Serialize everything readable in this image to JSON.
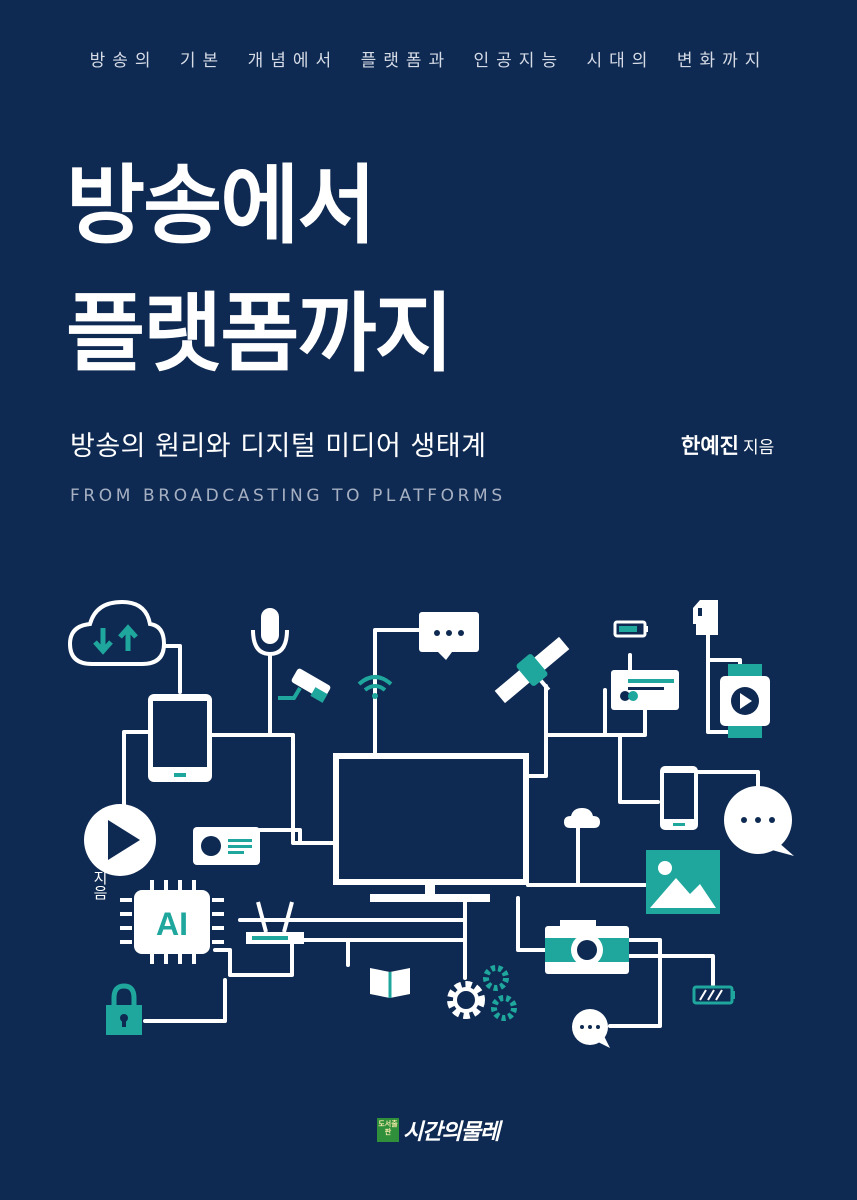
{
  "cover": {
    "tagline": "방송의 기본 개념에서 플랫폼과 인공지능 시대의 변화까지",
    "title_lines": [
      "방송에서",
      "플랫폼까지"
    ],
    "subtitle": "방송의 원리와 디지털 미디어 생태계",
    "author_name": "한예진",
    "author_role": "지음",
    "english_title": "FROM BROADCASTING TO PLATFORMS",
    "ghost_text": "지음",
    "publisher_name": "시간의물레",
    "publisher_seal": "도서출판"
  },
  "illustration": {
    "center_icon": "tv-monitor-icon",
    "ai_chip_label": "AI",
    "icons": [
      "cloud-sync-icon",
      "tablet-icon",
      "play-button-icon",
      "radio-icon",
      "microphone-icon",
      "cctv-camera-icon",
      "wifi-icon",
      "chat-bubble-icon",
      "satellite-icon",
      "battery-icon",
      "credit-card-icon",
      "sd-card-icon",
      "smartwatch-icon",
      "smartphone-icon",
      "small-cloud-icon",
      "image-icon",
      "camera-icon",
      "router-icon",
      "book-icon",
      "gear-icon",
      "lock-icon"
    ]
  },
  "colors": {
    "background": "#0e2a52",
    "line": "#ffffff",
    "accent": "#1fa79d"
  }
}
